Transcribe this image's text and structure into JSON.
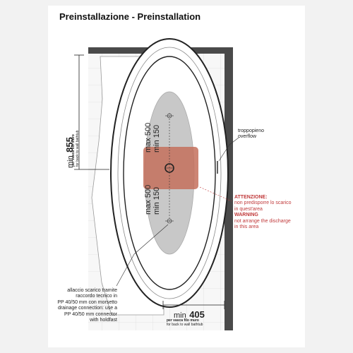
{
  "title": "Preinstallazione - Preinstallation",
  "dimensions": {
    "wall_height": {
      "prefix": "min",
      "value": "855",
      "note_it": "per vasca filo muro",
      "note_en": "for back to wall bathtub"
    },
    "wall_width": {
      "prefix": "min",
      "value": "405",
      "note_it": "per vasca filo muro",
      "note_en": "for back to wall bathtub"
    },
    "upper": {
      "min": "min 150",
      "max": "max 500"
    },
    "lower": {
      "min": "min 150",
      "max": "max 500"
    }
  },
  "overflow": {
    "it": "troppopieno",
    "en": "overflow"
  },
  "warning": {
    "title_it": "ATTENZIONE:",
    "text_it": [
      "non predisporre lo scarico",
      "in quest'area"
    ],
    "title_en": "WARNING",
    "text_en": [
      "not arrange the discharge",
      "in this area"
    ]
  },
  "drain": {
    "it": [
      "allaccio scarico tramite",
      "raccordo tecnico in",
      "PP 40/50 mm con morsetto"
    ],
    "en": [
      "drainage connection: use a",
      "PP 40/50 mm connector",
      "with holdfast"
    ]
  },
  "colors": {
    "warning_red": "#c0393a",
    "zone": "#c4705c",
    "wall": "#4a4a4a"
  }
}
